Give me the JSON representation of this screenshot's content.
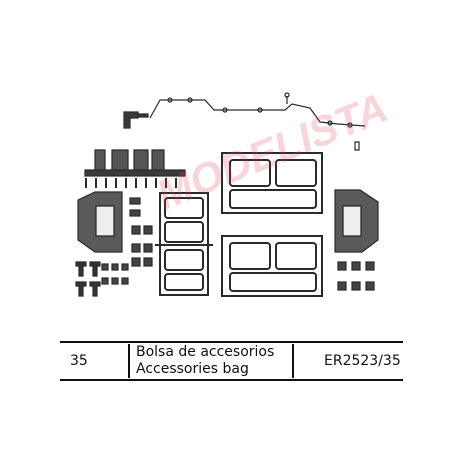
{
  "watermark": "MODELISTA",
  "table": {
    "number": "35",
    "description_es": "Bolsa de accesorios",
    "description_en": "Accessories bag",
    "reference": "ER2523/35"
  }
}
